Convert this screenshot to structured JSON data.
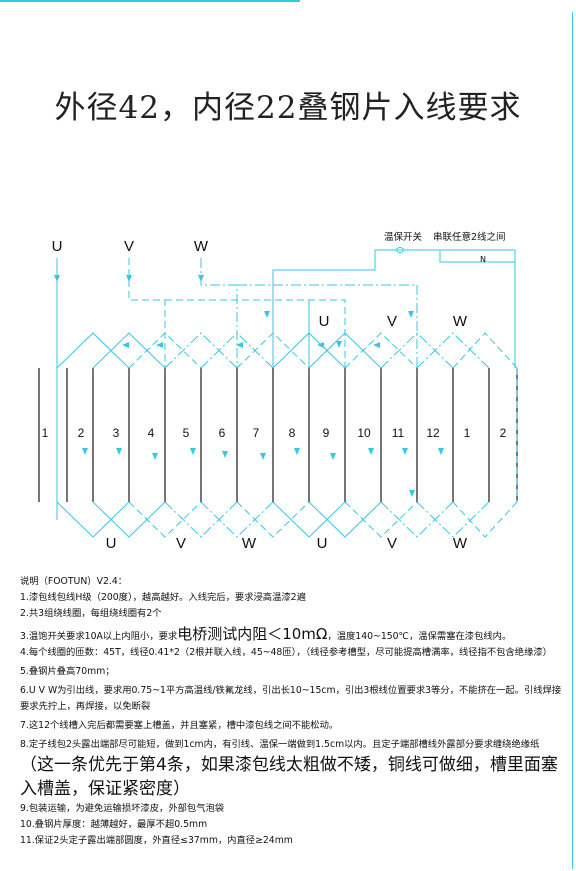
{
  "title": "外径42，内径22叠钢片入线要求",
  "diagram": {
    "top_phase_labels": [
      "U",
      "V",
      "W"
    ],
    "middle_phase_labels": [
      "U",
      "V",
      "W"
    ],
    "bottom_phase_labels": [
      "U",
      "V",
      "W",
      "U",
      "V",
      "W"
    ],
    "slot_numbers": [
      "1",
      "2",
      "3",
      "4",
      "5",
      "6",
      "7",
      "8",
      "9",
      "10",
      "11",
      "12",
      "1",
      "2"
    ],
    "thermal_switch_label": "温保开关",
    "series_note": "串联任意2线之间",
    "neutral_label": "N",
    "colors": {
      "line": "#35c8e6",
      "slot": "#1a1a1a",
      "text": "#111111"
    }
  },
  "notes": {
    "version": "说明（FOOTUN）V2.4：",
    "n1": "1.漆包线包线H级（200度），越高越好。入线完后，要求浸高温漆2遍",
    "n2": "2.共3组绕线圈，每组绕线圈有2个",
    "n3a": "3.温饱开关要求10A以上内阻小，要求",
    "n3b": "电桥测试内阻＜10mΩ",
    "n3c": "，温度140~150℃，温保需塞在漆包线内。",
    "n4": "4.每个线圈的匝数：45T，线径0.41*2（2根并联入线，45~48匝），（线径参考槽型，尽可能提高槽满率，线径指不包含绝缘漆）",
    "n5": "5.叠钢片叠高70mm；",
    "n6": "6.U V W为引出线，要求用0.75~1平方高温线/铁氟龙线，引出长10~15cm，引出3根线位置要求3等分，不能挤在一起。引线焊接要求先拧上，再焊接，以免断裂",
    "n7": "7.这12个线槽入完后都需要塞上槽盖，并且塞紧，槽中漆包线之间不能松动。",
    "n8a": "8.定子线包2头露出端部尽可能短，做到1cm内，有引线、温保一端做到1.5cm以内。且定子端部槽线外露部分要求缠绕绝缘纸",
    "n8b": "（这一条优先于第4条，如果漆包线太粗做不矮，铜线可做细，槽里面塞入槽盖，保证紧密度）",
    "n9": "9.包装运输，为避免运输损坏漆皮，外部包气泡袋",
    "n10": "10.叠钢片厚度：越薄越好，最厚不超0.5mm",
    "n11": "11.保证2头定子露出端部圆度，外直径≤37mm，内直径≥24mm"
  }
}
